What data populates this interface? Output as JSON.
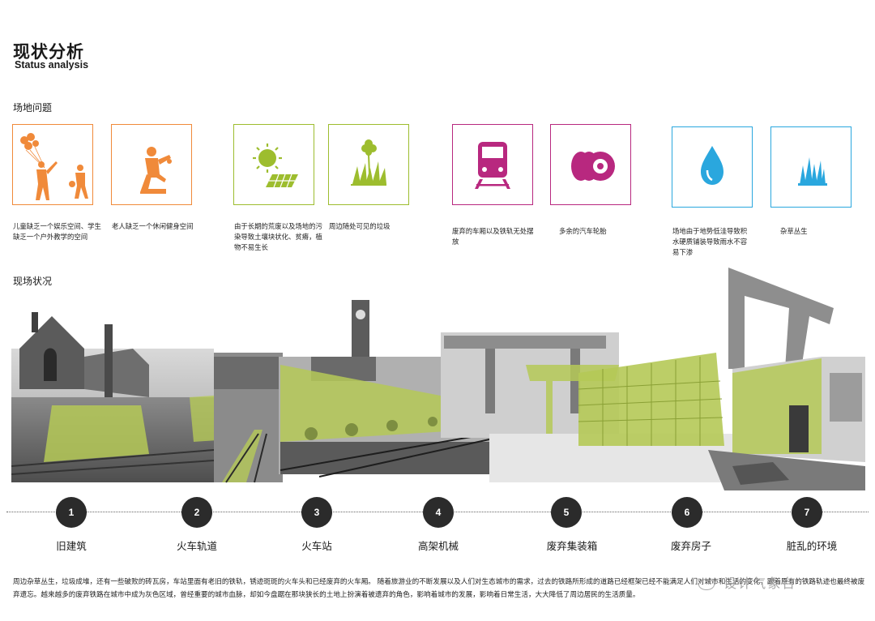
{
  "header": {
    "title_cn": "现状分析",
    "title_en": "Status analysis"
  },
  "site_problems": {
    "heading": "场地问题",
    "groups": [
      {
        "color": "#f08a3a",
        "cards": [
          {
            "icon": "children-balloons-icon",
            "desc": "儿童缺乏一个娱乐空间、学生缺乏一个户外教学的空间"
          },
          {
            "icon": "elderly-exercise-icon",
            "desc": "老人缺乏一个休闲健身空间"
          }
        ]
      },
      {
        "color": "#9dbd2e",
        "cards": [
          {
            "icon": "sun-solar-panel-icon",
            "desc": "由于长期的荒废以及场地的污染导致土壤块状化、贫瘠，植物不易生长"
          },
          {
            "icon": "clover-grass-icon",
            "desc": "周边随处可见的垃圾"
          }
        ]
      },
      {
        "color": "#b8287f",
        "cards": [
          {
            "icon": "train-icon",
            "desc": "废弃的车厢以及铁轨无处摆放"
          },
          {
            "icon": "tires-icon",
            "desc": "多余的汽车轮胎"
          }
        ]
      },
      {
        "color": "#2aa7de",
        "cards": [
          {
            "icon": "water-drop-icon",
            "desc": "场地由于地势低洼导致积水硬质铺装导致雨水不容易下渗"
          },
          {
            "icon": "weeds-icon",
            "desc": "杂草丛生"
          }
        ]
      }
    ]
  },
  "site_conditions": {
    "heading": "现场状况",
    "steps": [
      {
        "num": "1",
        "label": "旧建筑"
      },
      {
        "num": "2",
        "label": "火车轨道"
      },
      {
        "num": "3",
        "label": "火车站"
      },
      {
        "num": "4",
        "label": "高架机械"
      },
      {
        "num": "5",
        "label": "废弃集装箱"
      },
      {
        "num": "6",
        "label": "废弃房子"
      },
      {
        "num": "7",
        "label": "脏乱的环境"
      }
    ]
  },
  "footer": {
    "paragraph": "周边杂草丛生，垃圾成堆，还有一些破败的砖瓦房，车站里面有老旧的铁轨，锈迹斑斑的火车头和已经废弃的火车厢。 随着旅游业的不断发展以及人们对生态城市的需求，过去的铁路所形成的道路已经框架已经不能满足人们对城市和生活的变化，跟着原有的铁路轨迹也最终被废弃遗忘。越来越多的废弃铁路在城市中成为灰色区域，曾经重要的城市血脉，却如今盘踞在那块狭长的土地上扮演着被遗弃的角色，影响着城市的发展，影响着日常生活，大大降低了周边居民的生活质量。",
    "watermark": "设计气象台"
  },
  "colors": {
    "highlight_green": "#b5c957",
    "dark_step": "#2b2b2b"
  }
}
